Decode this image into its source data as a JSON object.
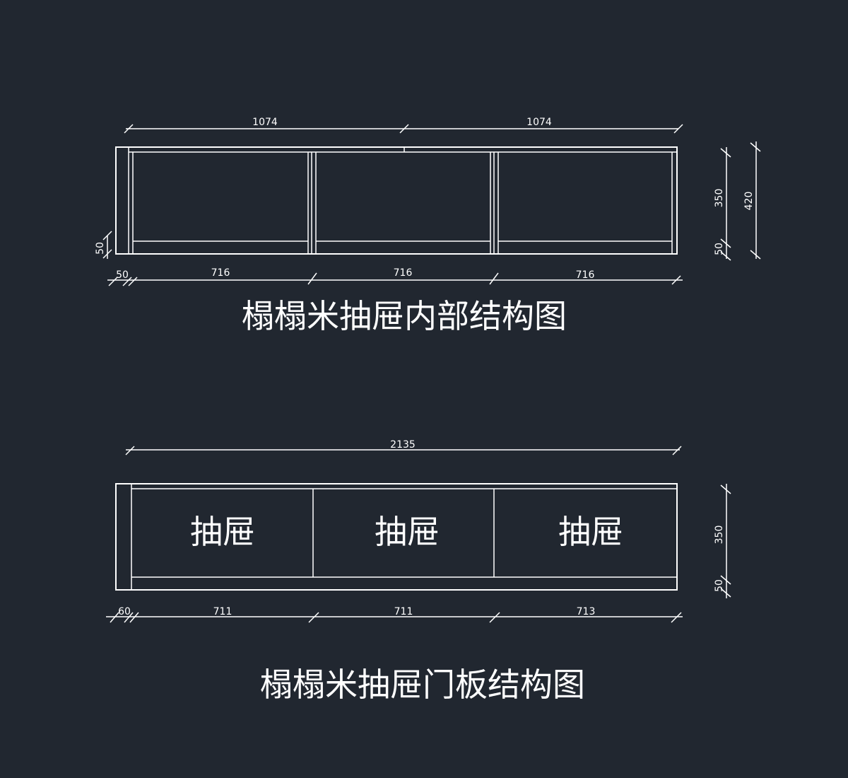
{
  "interior": {
    "top_dims": [
      "1074",
      "1074"
    ],
    "bottom_dims": [
      "50",
      "716",
      "716",
      "716"
    ],
    "left_dim": "50",
    "right_dims": [
      "350",
      "50"
    ],
    "overall_height": "420",
    "title": "榻榻米抽屉内部结构图"
  },
  "door": {
    "top_dim": "2135",
    "bottom_dims": [
      "60",
      "711",
      "711",
      "713"
    ],
    "right_dims": [
      "350",
      "50"
    ],
    "drawer_labels": [
      "抽屉",
      "抽屉",
      "抽屉"
    ],
    "title": "榻榻米抽屉门板结构图"
  },
  "colors": {
    "background": "#212730",
    "line": "#ffffff"
  }
}
